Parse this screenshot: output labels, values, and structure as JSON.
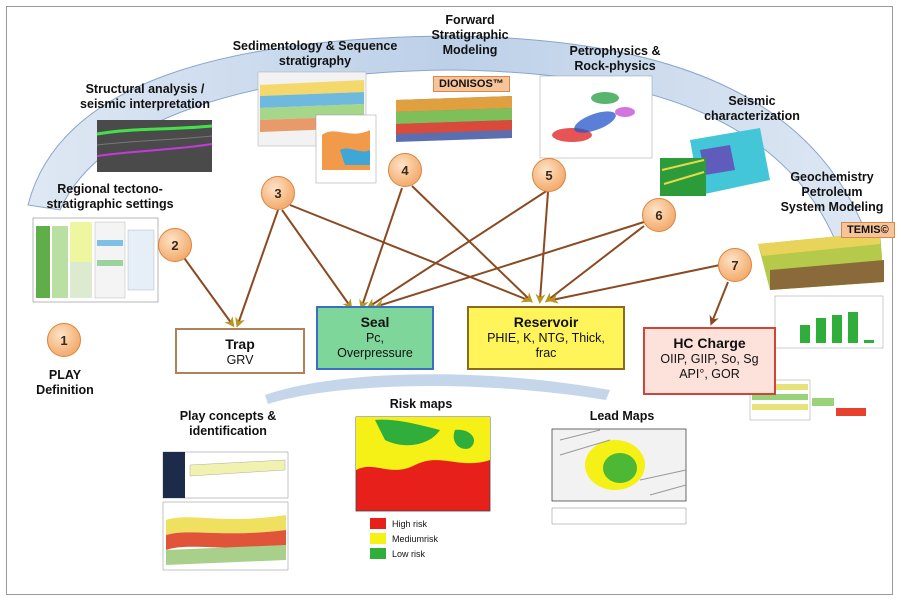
{
  "steps": {
    "s1": {
      "num": "1",
      "label": "PLAY\nDefinition"
    },
    "s2": {
      "num": "2",
      "label": "Regional tectono-\nstratigraphic settings"
    },
    "s3": {
      "num": "3",
      "label": "Structural analysis /\nseismic interpretation"
    },
    "s4": {
      "num": "4",
      "label": "Sedimentology & Sequence\nstratigraphy"
    },
    "s5": {
      "num": "5",
      "label": "Forward\nStratigraphic\nModeling"
    },
    "s6": {
      "num": "6",
      "label": "Petrophysics &\nRock-physics"
    },
    "s7": {
      "num": "7",
      "label": "Seismic\ncharacterization"
    },
    "s8": {
      "label": "Geochemistry\nPetroleum\nSystem Modeling"
    }
  },
  "badges": {
    "dionisos": "DIONISOS™",
    "temis": "TEMIS©"
  },
  "boxes": {
    "trap": {
      "title": "Trap",
      "sub": "GRV",
      "fill": "#ffffff",
      "border": "#b0825a"
    },
    "seal": {
      "title": "Seal",
      "sub": "Pc,\nOverpressure",
      "fill": "#7fd69a",
      "border": "#3a6fc4"
    },
    "reservoir": {
      "title": "Reservoir",
      "sub": "PHIE, K, NTG, Thick,\nfrac",
      "fill": "#fff45a",
      "border": "#8b6a1e"
    },
    "hc": {
      "title": "HC  Charge",
      "sub": "OIIP, GIIP, So, Sg\nAPI°, GOR",
      "fill": "#fde2dc",
      "border": "#d0453a"
    }
  },
  "outputs": {
    "play_concepts": "Play concepts &\nidentification",
    "risk_maps": "Risk maps",
    "lead_maps": "Lead Maps"
  },
  "legend": [
    {
      "label": "High risk",
      "color": "#e8201c"
    },
    {
      "label": "Mediumrisk",
      "color": "#f5f016"
    },
    {
      "label": "Low risk",
      "color": "#2fae3c"
    }
  ],
  "colors": {
    "arc": "#b9cde6",
    "arrow": "#8a4a22"
  }
}
